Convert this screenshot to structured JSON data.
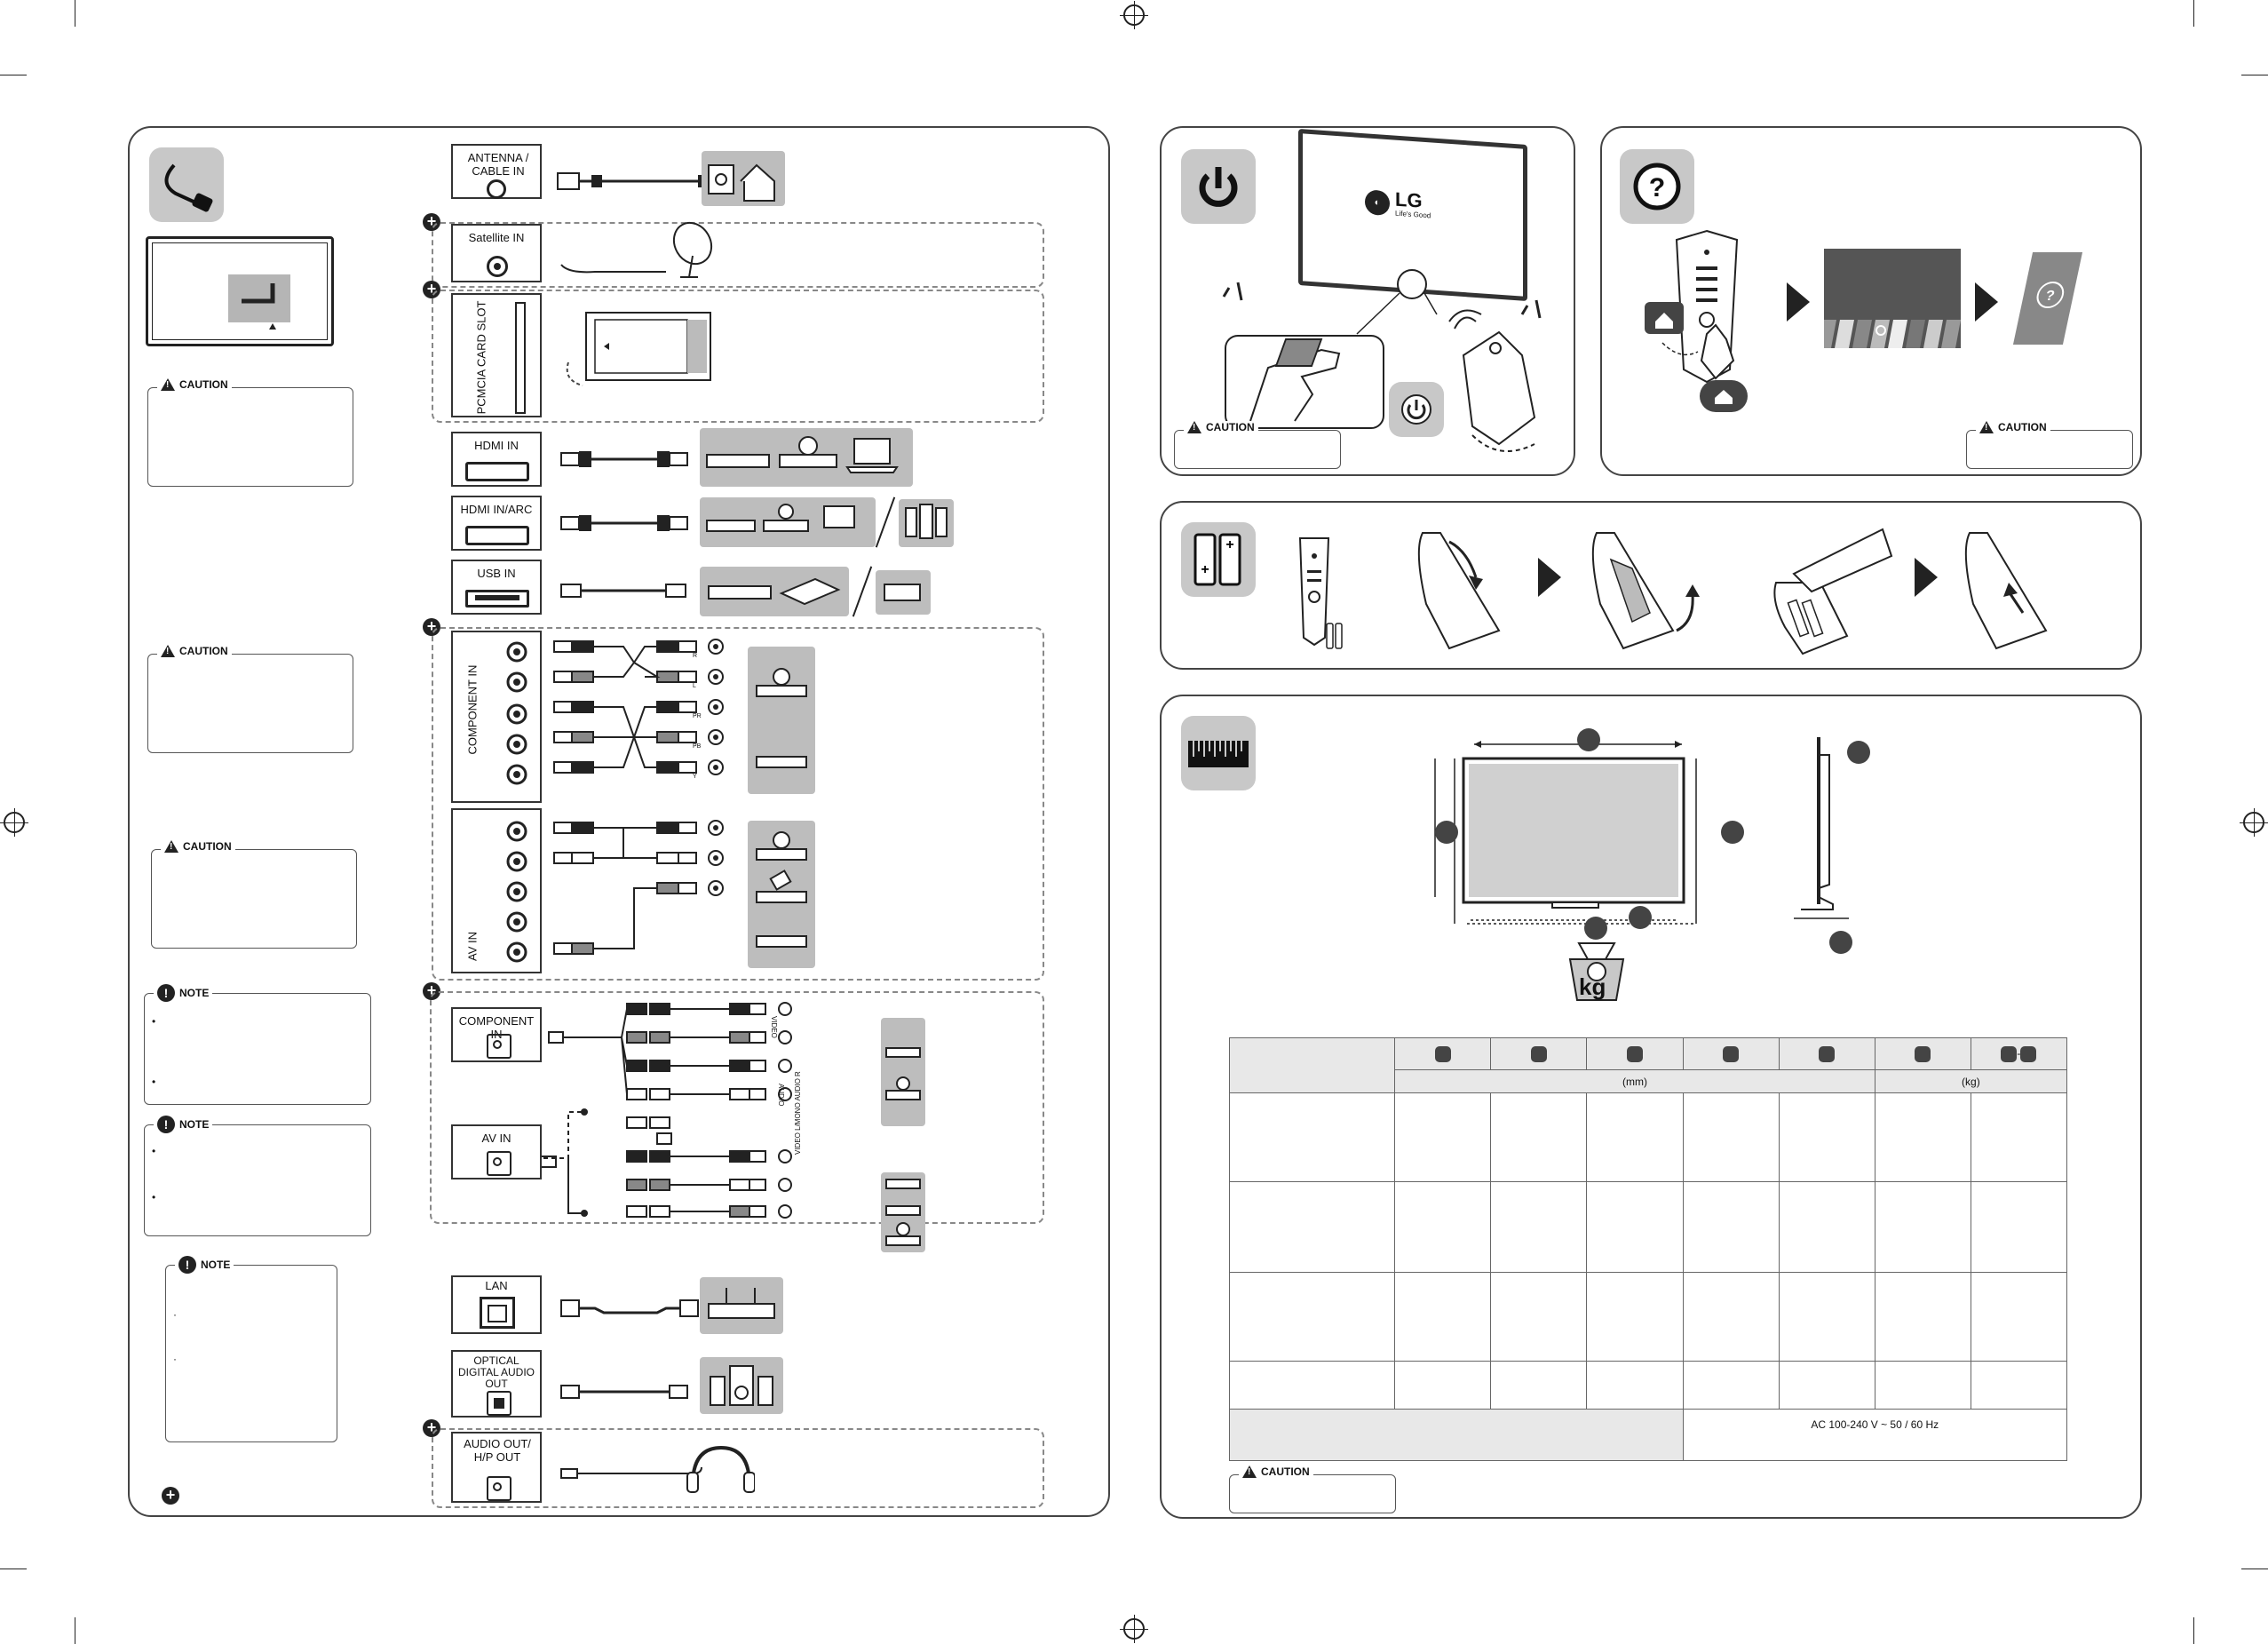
{
  "ports": {
    "antenna": "ANTENNA / CABLE IN",
    "satellite": "Satellite IN",
    "pcmcia": "PCMCIA CARD SLOT",
    "hdmi_in": "HDMI IN",
    "hdmi_arc": "HDMI IN/ARC",
    "usb_in": "USB IN",
    "component_in_vert": "COMPONENT IN",
    "av_in_vert": "AV IN",
    "component_in": "COMPONENT IN",
    "av_in": "AV IN",
    "lan": "LAN",
    "optical": "OPTICAL DIGITAL AUDIO OUT",
    "audio_out": "AUDIO OUT/ H/P OUT"
  },
  "component_labels": [
    "R",
    "L",
    "PR",
    "PB",
    "Y"
  ],
  "video_label": "VIDEO",
  "audio_label": "AUDIO",
  "avin_side_label": "VIDEO  L/MONO  AUDIO  R",
  "left_boxes": {
    "caution": "CAUTION",
    "note": "NOTE"
  },
  "brand": {
    "logo": "LG",
    "tagline": "Life's Good"
  },
  "spec": {
    "unit_mm": "(mm)",
    "unit_kg": "(kg)",
    "power": "AC 100-240 V ~ 50 / 60 Hz"
  },
  "weight_label": "kg",
  "colors": {
    "tile": "#c8c8c8",
    "device": "#bdbdbd",
    "ink": "#222222"
  }
}
